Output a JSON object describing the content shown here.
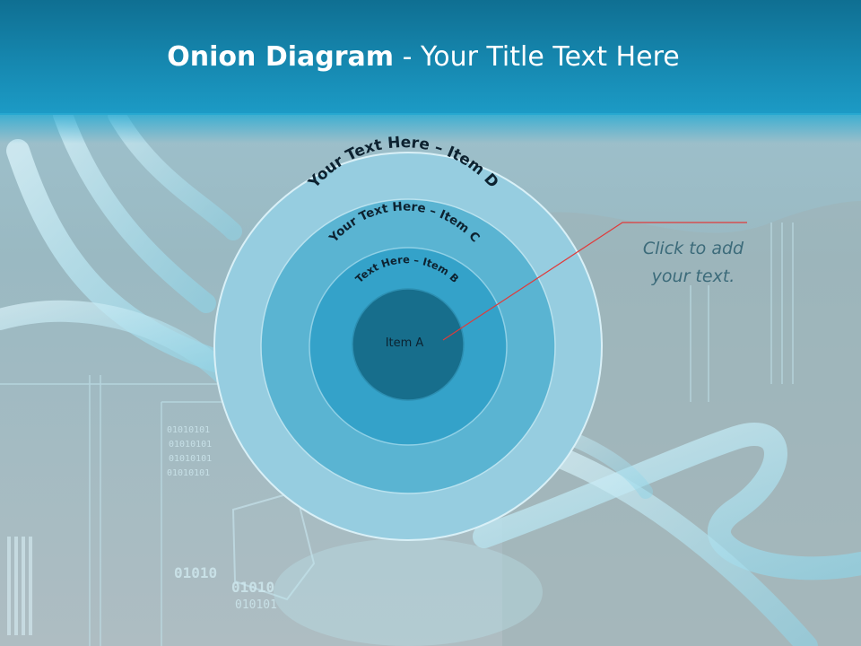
{
  "title": {
    "bold": "Onion Diagram",
    "rest": " - Your Title Text Here"
  },
  "rings": {
    "item_d": "Your Text Here – Item D",
    "item_c": "Your Text Here – Item C",
    "item_b": "Text Here – Item B",
    "item_a": "Item A"
  },
  "callout": {
    "line1": "Click  to add",
    "line2": "your text."
  },
  "colors": {
    "header": "#1688b0",
    "ring_d": "#96cde0",
    "ring_c": "#5ab4d2",
    "ring_b": "#34a2c9",
    "core": "#176e8c",
    "connector": "#e03a3a"
  },
  "decorations": {
    "binary_a": "01010101",
    "binary_b": "01010",
    "binary_c": "010101"
  }
}
